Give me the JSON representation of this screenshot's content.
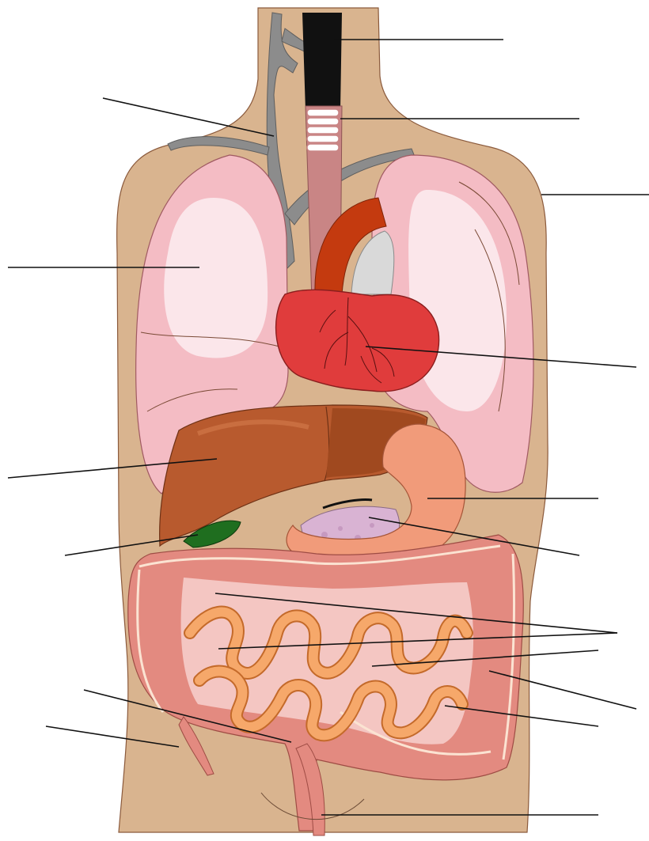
{
  "diagram": {
    "kind": "unlabeled anatomy worksheet",
    "colors": {
      "background": "#ffffff",
      "torso": "#d9b48f",
      "trachea": "#c98585",
      "esophagus": "#111111",
      "vessels": "#8c8c8c",
      "lungs": "#f7c9cf",
      "heart": "#e03c3c",
      "aorta": "#c43a0f",
      "liver": "#b85a2e",
      "gallbladder": "#1f6e1f",
      "stomach": "#f19b7a",
      "pancreas": "#d9b3d3",
      "large_intestine": "#e38a80",
      "small_intestine": "#f6a86a",
      "leader_lines": "#111111"
    },
    "organs": [
      "esophagus",
      "trachea",
      "lung-left",
      "lung-right",
      "heart",
      "aorta",
      "liver",
      "gallbladder",
      "stomach",
      "pancreas",
      "large-intestine",
      "small-intestine",
      "appendix",
      "rectum"
    ],
    "leader_line_count": 17
  }
}
